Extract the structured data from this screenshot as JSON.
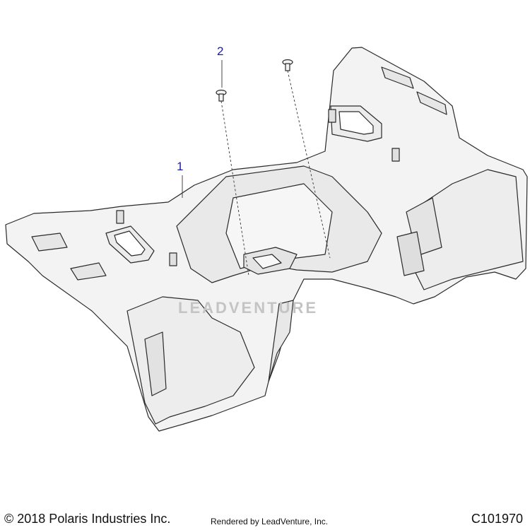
{
  "callouts": [
    {
      "label": "1"
    },
    {
      "label": "2"
    }
  ],
  "watermark": "LEADVENTURE",
  "footer": {
    "copyright": "© 2018 Polaris Industries Inc.",
    "rendered_by": "Rendered by LeadVenture, Inc.",
    "diagram_code": "C101970"
  },
  "colors": {
    "part_fill": "#f3f3f3",
    "part_stroke": "#2a2a2a",
    "callout": "#1a1aa6",
    "watermark": "#c4c4c4"
  }
}
